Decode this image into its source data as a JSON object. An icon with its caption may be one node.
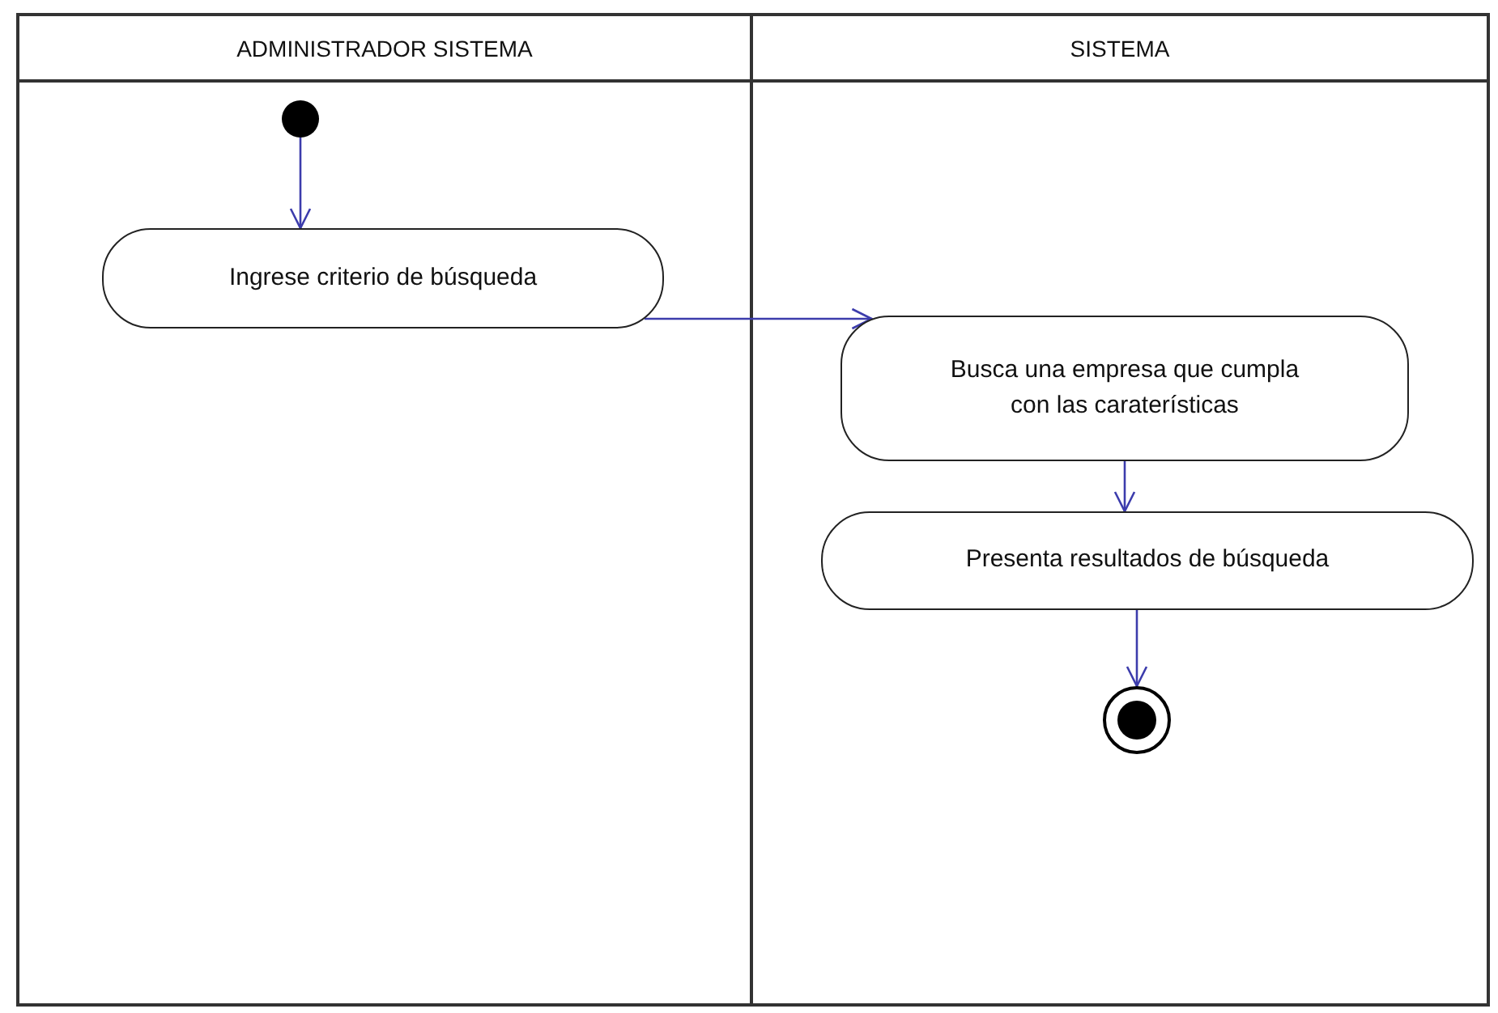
{
  "diagram": {
    "nodes": [
      {
        "text": [
          "ADMINISTRADOR SISTEMA"
        ]
      },
      {
        "text": [
          "SISTEMA"
        ]
      },
      {
        "text": [],
        "shape": "circle",
        "in": 0
      },
      {
        "text": [
          "Ingrese criterio de búsqueda"
        ],
        "in": 0
      },
      {
        "text": [
          "Busca una empresa que cumpla con las caraterísticas"
        ],
        "in": 1
      },
      {
        "text": [
          "Presenta resultados de búsqueda"
        ],
        "in": 1
      },
      {
        "text": [],
        "shape": "circle",
        "in": 1
      }
    ],
    "edges": [
      {
        "from": 2,
        "to": 3,
        "arrow": "to"
      },
      {
        "from": 3,
        "to": 4,
        "arrow": "to"
      },
      {
        "from": 4,
        "to": 5,
        "arrow": "to"
      },
      {
        "from": 5,
        "to": 6,
        "arrow": "to"
      }
    ]
  }
}
